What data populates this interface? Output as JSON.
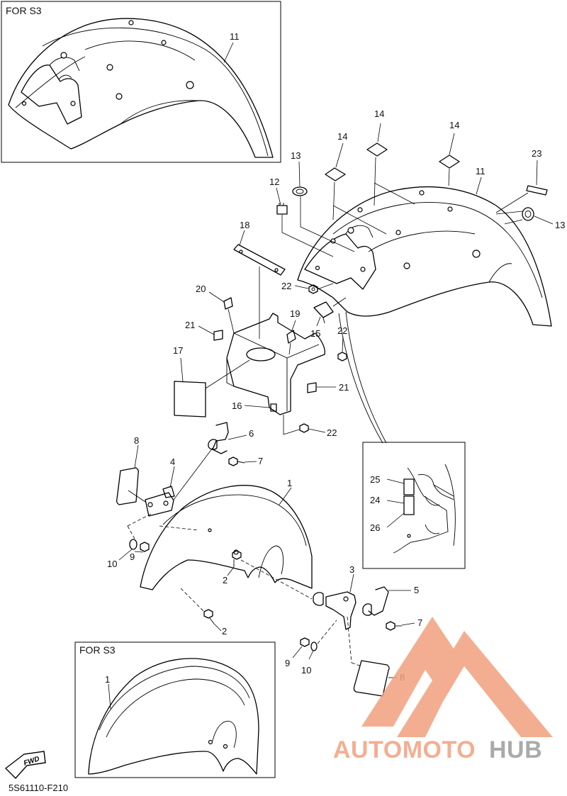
{
  "insets": {
    "top_left_label": "FOR S3",
    "bottom_left_label": "FOR S3"
  },
  "diagram_code": "5S61110-F210",
  "fwd_arrow_label": "FWD",
  "watermark": {
    "text_part1": "AUTOMOTO",
    "text_part2": "HUB",
    "color_primary": "#F2A07F",
    "color_secondary": "#9C9C9C"
  },
  "callouts": {
    "c11_inset": "11",
    "c14_a": "14",
    "c14_b": "14",
    "c14_c": "14",
    "c13_a": "13",
    "c13_b": "13",
    "c23": "23",
    "c11_main": "11",
    "c12": "12",
    "c18": "18",
    "c22_a": "22",
    "c20": "20",
    "c19": "19",
    "c15": "15",
    "c22_b": "22",
    "c21_a": "21",
    "c17": "17",
    "c21_b": "21",
    "c16": "16",
    "c22_c": "22",
    "c6": "6",
    "c7_a": "7",
    "c8_a": "8",
    "c4": "4",
    "c1_main": "1",
    "c25": "25",
    "c24": "24",
    "c26": "26",
    "c10_a": "10",
    "c9_a": "9",
    "c2_a": "2",
    "c3": "3",
    "c5": "5",
    "c7_b": "7",
    "c2_b": "2",
    "c9_b": "9",
    "c10_b": "10",
    "c8_b": "8",
    "c1_inset": "1"
  }
}
